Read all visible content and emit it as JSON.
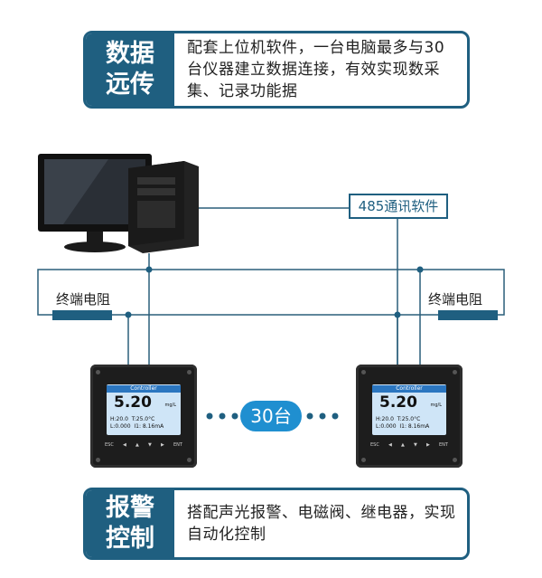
{
  "top_box": {
    "tag_line1": "数据",
    "tag_line2": "远传",
    "text": "配套上位机软件，一台电脑最多与30台仪器建立数据连接，有效实现数采集、记录功能据"
  },
  "software_label": "485通讯软件",
  "resistor_label_left": "终端电阻",
  "resistor_label_right": "终端电阻",
  "count_label": "30台",
  "device": {
    "title": "Controller",
    "value": "5.20",
    "unit": "mg/L",
    "row1_left": "H:20.0",
    "row1_right": "T:25.0°C",
    "row2_left": "L:0.000",
    "row2_right": "I1: 8.16mA",
    "keys": [
      "ESC",
      "◀",
      "▲",
      "▼",
      "▶",
      "ENT"
    ]
  },
  "bottom_box": {
    "tag_line1": "报警",
    "tag_line2": "控制",
    "text": "搭配声光报警、电磁阀、继电器，实现自动化控制"
  },
  "colors": {
    "primary": "#1f5f80",
    "accent": "#1f8fd0",
    "line": "#2a5f7a"
  }
}
